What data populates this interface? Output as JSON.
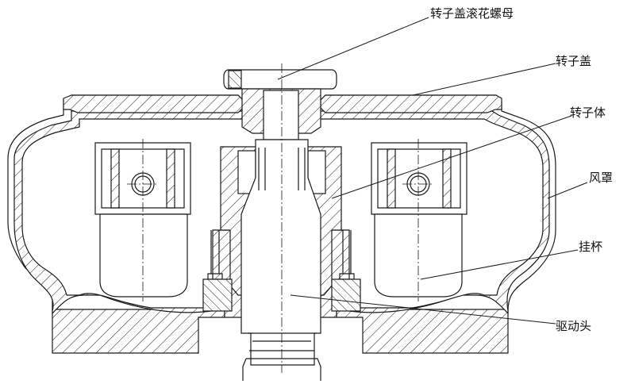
{
  "diagram": {
    "labels": {
      "nut": "转子盖滚花螺母",
      "cover": "转子盖",
      "rotor": "转子体",
      "shield": "风罩",
      "bucket": "挂杯",
      "drive": "驱动头"
    },
    "colors": {
      "line": "#1a1a1a",
      "background": "#ffffff",
      "text": "#111111"
    }
  }
}
